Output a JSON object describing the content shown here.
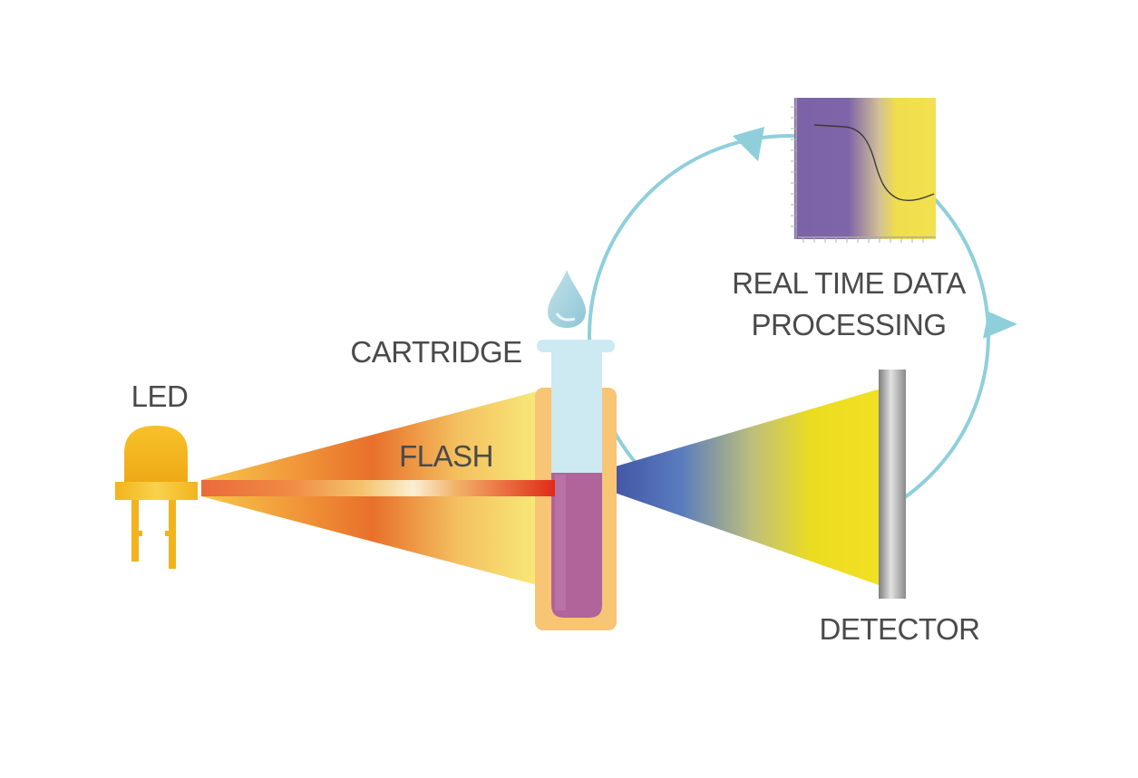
{
  "labels": {
    "led": "LED",
    "flash": "FLASH",
    "cartridge": "CARTRIDGE",
    "processing_line1": "REAL TIME DATA",
    "processing_line2": "PROCESSING",
    "detector": "DETECTOR"
  },
  "colors": {
    "led_gold": "#f2b81c",
    "flash_orange": "#e8702a",
    "flash_red": "#e03a1e",
    "flash_yellow": "#f6e680",
    "cartridge_body": "#f7c574",
    "tube_glass": "#cde9f2",
    "tube_liquid": "#b0649a",
    "transmitted_blue": "#4458a8",
    "transmitted_yellow": "#ecdc20",
    "detector_grey": "#a0a0a0",
    "loop_arrow": "#8fcfdc",
    "graph_purple": "#7e64a8",
    "graph_yellow": "#f0de4c",
    "label_text": "#4a4a4a"
  },
  "icons": {
    "led": "led-icon",
    "droplet": "droplet-icon",
    "cartridge": "test-tube-icon",
    "detector": "detector-plate-icon",
    "graph": "absorbance-curve-icon"
  }
}
